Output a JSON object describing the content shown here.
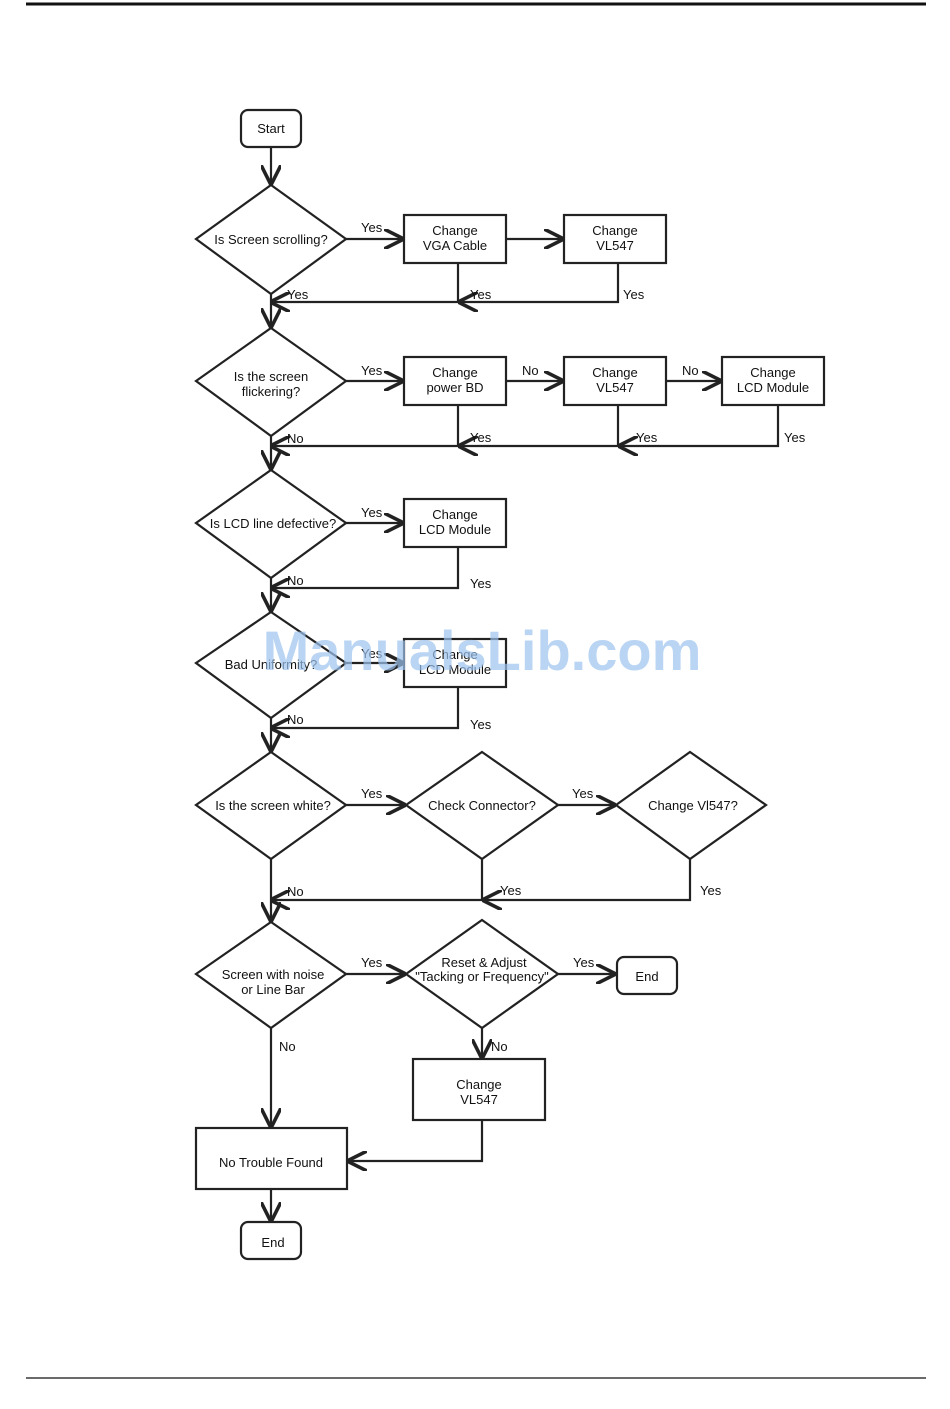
{
  "nodes": {
    "start": "Start",
    "q_scroll": "Is Screen scrolling?",
    "vga": [
      "Change",
      "VGA Cable"
    ],
    "vl547_a": [
      "Change",
      "VL547"
    ],
    "q_flicker": [
      "Is the screen",
      "flickering?"
    ],
    "power": [
      "Change",
      "power BD"
    ],
    "vl547_b": [
      "Change",
      "VL547"
    ],
    "lcd_a": [
      "Change",
      "LCD Module"
    ],
    "q_line": "Is LCD line defective?",
    "lcd_b": [
      "Change",
      "LCD Module"
    ],
    "q_uniform": "Bad Uniformity?",
    "lcd_c": [
      "Change",
      "LCD Module"
    ],
    "q_white": "Is the screen white?",
    "check_conn": "Check Connector?",
    "q_vl547": "Change Vl547?",
    "q_noise": [
      "Screen with noise",
      "or Line Bar"
    ],
    "reset": [
      "Reset & Adjust",
      "\"Tacking or Frequency\""
    ],
    "end_a": "End",
    "vl547_c": [
      "Change",
      "VL547"
    ],
    "ntf": "No Trouble Found",
    "end_b": "End"
  },
  "edge_labels": {
    "yes": "Yes",
    "no": "No"
  },
  "watermark": "ManualsLib.com"
}
